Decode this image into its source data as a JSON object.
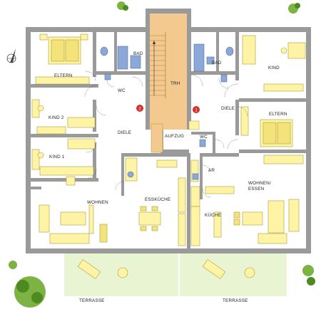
{
  "rooms": {
    "eltern_left": "ELTERN",
    "bad_left": "BAD",
    "wc_left": "WC",
    "trh": "TRH",
    "bad_right": "BAD",
    "kind_right": "KIND",
    "kind2": "KIND 2",
    "diele_left": "DIELE",
    "diele_right": "DIELE",
    "eltern_right": "ELTERN",
    "aufzug": "AUFZUG",
    "wc_right": "WC",
    "kind1": "KIND 1",
    "ar": "AR",
    "wohnen_left": "WOHNEN",
    "esskueche": "ESSKÜCHE",
    "wohnen_essen_line1": "WOHNEN/",
    "wohnen_essen_line2": "ESSEN",
    "kueche": "KÜCHE",
    "terrasse_left": "TERRASSE",
    "terrasse_right": "TERRASSE"
  },
  "markers": {
    "unit_2": "2",
    "unit_1": "1"
  },
  "colors": {
    "wall": "#9a9a9a",
    "furniture": "#fff4a6",
    "bath": "#8aa8d8",
    "stairs": "#f3c98f",
    "marker": "#d32f2f",
    "terrace": "#e9f5d2",
    "tree": "#7cb342"
  },
  "icons": {
    "north_arrow": "compass-north-icon"
  }
}
